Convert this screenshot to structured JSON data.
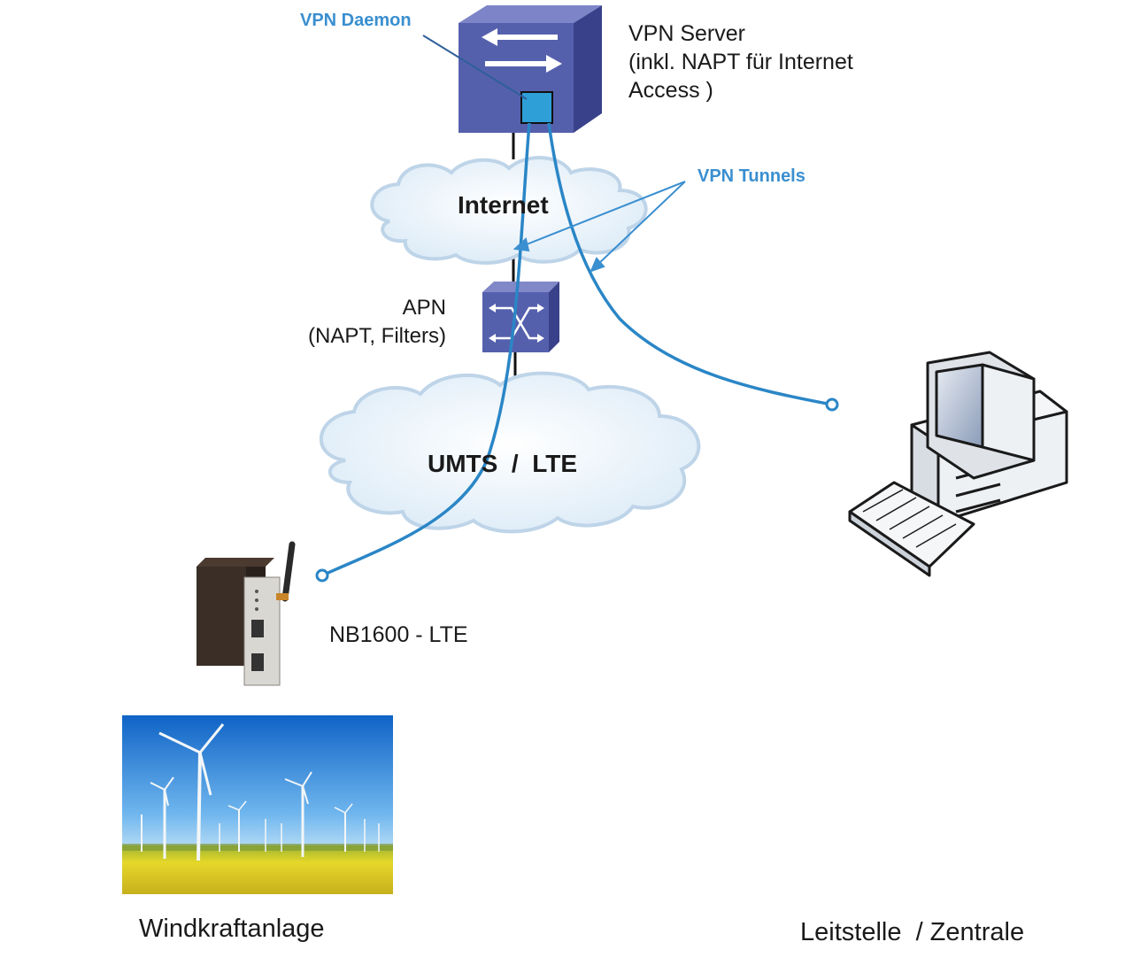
{
  "diagram": {
    "vpn_daemon_label": "VPN Daemon",
    "vpn_server": {
      "line1": "VPN Server",
      "line2": "(inkl. NAPT für Internet",
      "line3": "Access )"
    },
    "internet_label": "Internet",
    "vpn_tunnels_label": "VPN Tunnels",
    "apn": {
      "line1": "APN",
      "line2": "(NAPT, Filters)"
    },
    "cellular_label": "UMTS  /  LTE",
    "device_label": "NB1600 - LTE",
    "site_label": "Windkraftanlage",
    "control_label": "Leitstelle  / Zentrale"
  },
  "colors": {
    "tunnel_line": "#2a86c6",
    "server_front": "#4f5aa8",
    "server_top": "#7a82c6",
    "server_side": "#39418a",
    "daemon_box": "#2f9fd8",
    "cloud_fill": "#e8f3fb",
    "cloud_stroke": "#c6dcee",
    "callout_text": "#3a8fd0"
  }
}
